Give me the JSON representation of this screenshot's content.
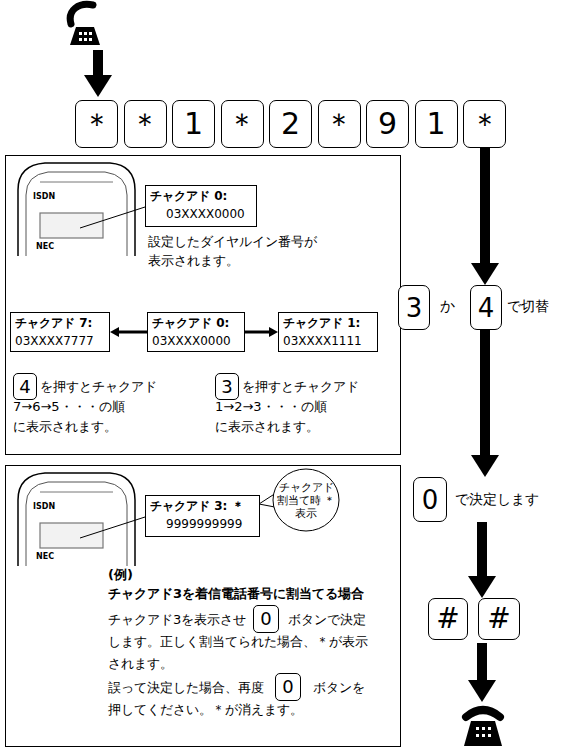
{
  "diagram": {
    "nodes": [
      {
        "text": [
          "＊"
        ]
      },
      {
        "text": [
          "＊"
        ]
      },
      {
        "text": [
          "1"
        ]
      },
      {
        "text": [
          "＊"
        ]
      },
      {
        "text": [
          "2"
        ]
      },
      {
        "text": [
          "＊"
        ]
      },
      {
        "text": [
          "9"
        ]
      },
      {
        "text": [
          "1"
        ]
      },
      {
        "text": [
          "＊"
        ]
      },
      {
        "text": [
          "設定したダイヤルイン番号が 表示されます。",
          "を押すとチャクアド 7→6→5・・・の順 に表示されます。",
          "を押すとチャクアド 1→2→3・・・の順 に表示されます。"
        ]
      },
      {
        "text": [
          "チャクアド 0:",
          "03XXXX0000"
        ],
        "in": 9
      },
      {
        "text": [
          "チャクアド 7:",
          "03XXXX7777"
        ],
        "in": 9
      },
      {
        "text": [
          "チャクアド 0:",
          "03XXXX0000"
        ],
        "in": 9
      },
      {
        "text": [
          "チャクアド 1:",
          "03XXXX1111"
        ],
        "in": 9
      },
      {
        "text": [
          "4"
        ],
        "in": 9
      },
      {
        "text": [
          "3"
        ],
        "in": 9
      },
      {
        "text": [
          "3"
        ]
      },
      {
        "text": [
          "4"
        ]
      },
      {
        "text": [
          "(例) チャクアド3を着信電話番号に割当てる場合",
          "チャクアド3を表示させ",
          "ボタンで決定 します。正しく割当てられた場合、＊が表示 されます。",
          "誤って決定した場合、再度",
          "ボタンを 押してください。＊が消えます。"
        ]
      },
      {
        "text": [
          "チャクアド 3: ＊",
          "9999999999"
        ],
        "in": 18
      },
      {
        "text": [
          "チャクアド 割当て時 ＊表示"
        ],
        "in": 18
      },
      {
        "text": [
          "0"
        ],
        "in": 18
      },
      {
        "text": [
          "0"
        ],
        "in": 18
      },
      {
        "text": [
          "0"
        ]
      },
      {
        "text": [
          "#"
        ]
      },
      {
        "text": [
          "#"
        ]
      }
    ],
    "edges": [
      {
        "from": 8,
        "to": 17,
        "arrow": "to"
      },
      {
        "from": 17,
        "to": 23,
        "arrow": "to"
      },
      {
        "from": 23,
        "to": 25,
        "arrow": "to"
      },
      {
        "from": 12,
        "to": 11,
        "arrow": "to"
      },
      {
        "from": 12,
        "to": 13,
        "arrow": "to"
      }
    ],
    "labels": [
      "か",
      "で切替",
      "で決定します",
      "ISDN",
      "NEC",
      "ISDN",
      "NEC"
    ]
  }
}
